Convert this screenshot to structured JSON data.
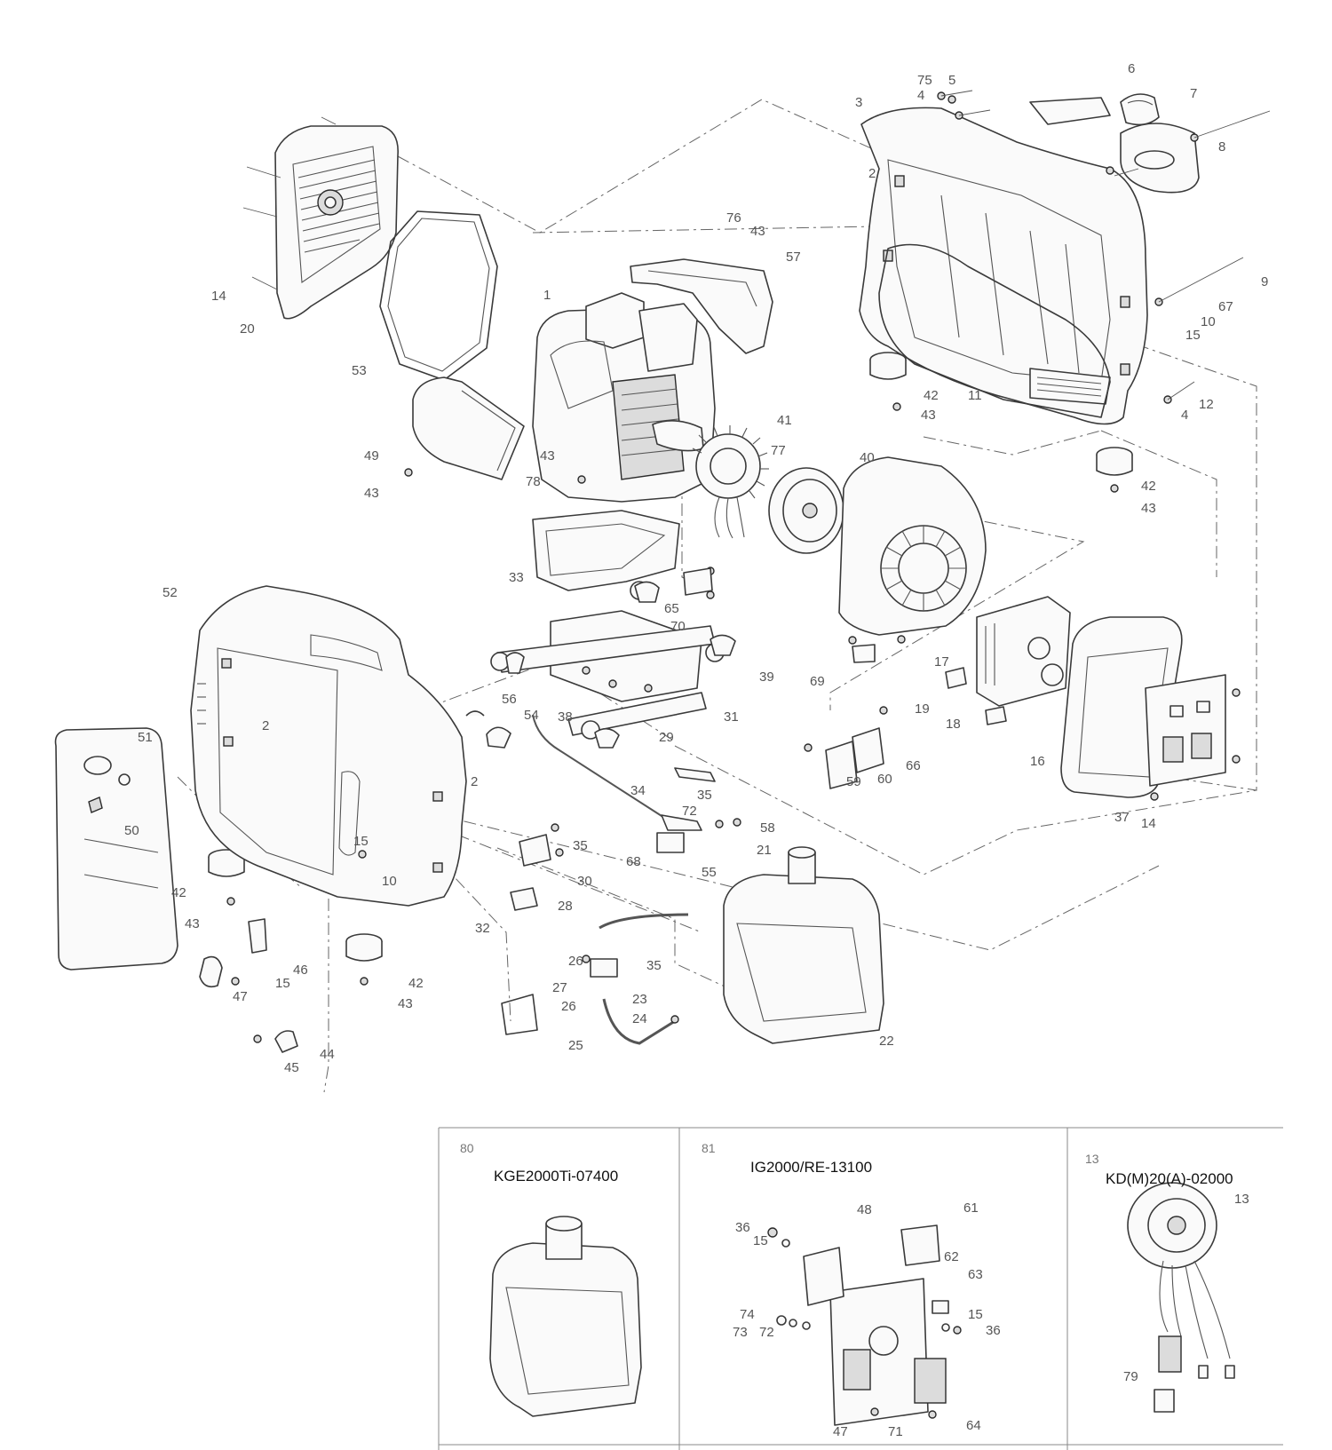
{
  "part_numbers": [
    {
      "id": "n75",
      "text": "75"
    },
    {
      "id": "n5",
      "text": "5"
    },
    {
      "id": "n6",
      "text": "6"
    },
    {
      "id": "n7",
      "text": "7"
    },
    {
      "id": "n3",
      "text": "3"
    },
    {
      "id": "n4a",
      "text": "4"
    },
    {
      "id": "n8",
      "text": "8"
    },
    {
      "id": "n2a",
      "text": "2"
    },
    {
      "id": "n76",
      "text": "76"
    },
    {
      "id": "n43a",
      "text": "43"
    },
    {
      "id": "n57",
      "text": "57"
    },
    {
      "id": "n9",
      "text": "9"
    },
    {
      "id": "n67",
      "text": "67"
    },
    {
      "id": "n10a",
      "text": "10"
    },
    {
      "id": "n15a",
      "text": "15"
    },
    {
      "id": "n14a",
      "text": "14"
    },
    {
      "id": "n20",
      "text": "20"
    },
    {
      "id": "n1",
      "text": "1"
    },
    {
      "id": "n53",
      "text": "53"
    },
    {
      "id": "n42a",
      "text": "42"
    },
    {
      "id": "n43b",
      "text": "43"
    },
    {
      "id": "n11",
      "text": "11"
    },
    {
      "id": "n12",
      "text": "12"
    },
    {
      "id": "n4b",
      "text": "4"
    },
    {
      "id": "n41",
      "text": "41"
    },
    {
      "id": "n77",
      "text": "77"
    },
    {
      "id": "n40",
      "text": "40"
    },
    {
      "id": "n49",
      "text": "49"
    },
    {
      "id": "n43c",
      "text": "43"
    },
    {
      "id": "n78",
      "text": "78"
    },
    {
      "id": "n43d",
      "text": "43"
    },
    {
      "id": "n42b",
      "text": "42"
    },
    {
      "id": "n43e",
      "text": "43"
    },
    {
      "id": "n33",
      "text": "33"
    },
    {
      "id": "n52",
      "text": "52"
    },
    {
      "id": "n65",
      "text": "65"
    },
    {
      "id": "n70",
      "text": "70"
    },
    {
      "id": "n17",
      "text": "17"
    },
    {
      "id": "n39",
      "text": "39"
    },
    {
      "id": "n69",
      "text": "69"
    },
    {
      "id": "n56",
      "text": "56"
    },
    {
      "id": "n54",
      "text": "54"
    },
    {
      "id": "n38",
      "text": "38"
    },
    {
      "id": "n31",
      "text": "31"
    },
    {
      "id": "n19",
      "text": "19"
    },
    {
      "id": "n18",
      "text": "18"
    },
    {
      "id": "n51",
      "text": "51"
    },
    {
      "id": "n2b",
      "text": "2"
    },
    {
      "id": "n29",
      "text": "29"
    },
    {
      "id": "n66",
      "text": "66"
    },
    {
      "id": "n16",
      "text": "16"
    },
    {
      "id": "n60",
      "text": "60"
    },
    {
      "id": "n59",
      "text": "59"
    },
    {
      "id": "n2c",
      "text": "2"
    },
    {
      "id": "n34",
      "text": "34"
    },
    {
      "id": "n35a",
      "text": "35"
    },
    {
      "id": "n72",
      "text": "72"
    },
    {
      "id": "n37",
      "text": "37"
    },
    {
      "id": "n14b",
      "text": "14"
    },
    {
      "id": "n50",
      "text": "50"
    },
    {
      "id": "n58",
      "text": "58"
    },
    {
      "id": "n15b",
      "text": "15"
    },
    {
      "id": "n35b",
      "text": "35"
    },
    {
      "id": "n21",
      "text": "21"
    },
    {
      "id": "n10b",
      "text": "10"
    },
    {
      "id": "n30",
      "text": "30"
    },
    {
      "id": "n55",
      "text": "55"
    },
    {
      "id": "n68",
      "text": "68"
    },
    {
      "id": "n42c",
      "text": "42"
    },
    {
      "id": "n43f",
      "text": "43"
    },
    {
      "id": "n28",
      "text": "28"
    },
    {
      "id": "n32",
      "text": "32"
    },
    {
      "id": "n26a",
      "text": "26"
    },
    {
      "id": "n35c",
      "text": "35"
    },
    {
      "id": "n46",
      "text": "46"
    },
    {
      "id": "n15c",
      "text": "15"
    },
    {
      "id": "n27",
      "text": "27"
    },
    {
      "id": "n47a",
      "text": "47"
    },
    {
      "id": "n42d",
      "text": "42"
    },
    {
      "id": "n26b",
      "text": "26"
    },
    {
      "id": "n23",
      "text": "23"
    },
    {
      "id": "n43g",
      "text": "43"
    },
    {
      "id": "n24",
      "text": "24"
    },
    {
      "id": "n22",
      "text": "22"
    },
    {
      "id": "n25",
      "text": "25"
    },
    {
      "id": "n44",
      "text": "44"
    },
    {
      "id": "n45",
      "text": "45"
    }
  ],
  "insets": [
    {
      "index": "80",
      "title": "KGE2000Ti-07400",
      "labels": []
    },
    {
      "index": "81",
      "title": "IG2000/RE-13100",
      "labels": [
        {
          "id": "i36a",
          "text": "36"
        },
        {
          "id": "i15a",
          "text": "15"
        },
        {
          "id": "i48",
          "text": "48"
        },
        {
          "id": "i61",
          "text": "61"
        },
        {
          "id": "i62",
          "text": "62"
        },
        {
          "id": "i63",
          "text": "63"
        },
        {
          "id": "i74",
          "text": "74"
        },
        {
          "id": "i73",
          "text": "73"
        },
        {
          "id": "i72",
          "text": "72"
        },
        {
          "id": "i15b",
          "text": "15"
        },
        {
          "id": "i36b",
          "text": "36"
        },
        {
          "id": "i47",
          "text": "47"
        },
        {
          "id": "i71",
          "text": "71"
        },
        {
          "id": "i64",
          "text": "64"
        }
      ]
    },
    {
      "index": "13",
      "title": "KD(M)20(A)-02000",
      "labels": [
        {
          "id": "i13",
          "text": "13"
        },
        {
          "id": "i79",
          "text": "79"
        }
      ]
    }
  ]
}
